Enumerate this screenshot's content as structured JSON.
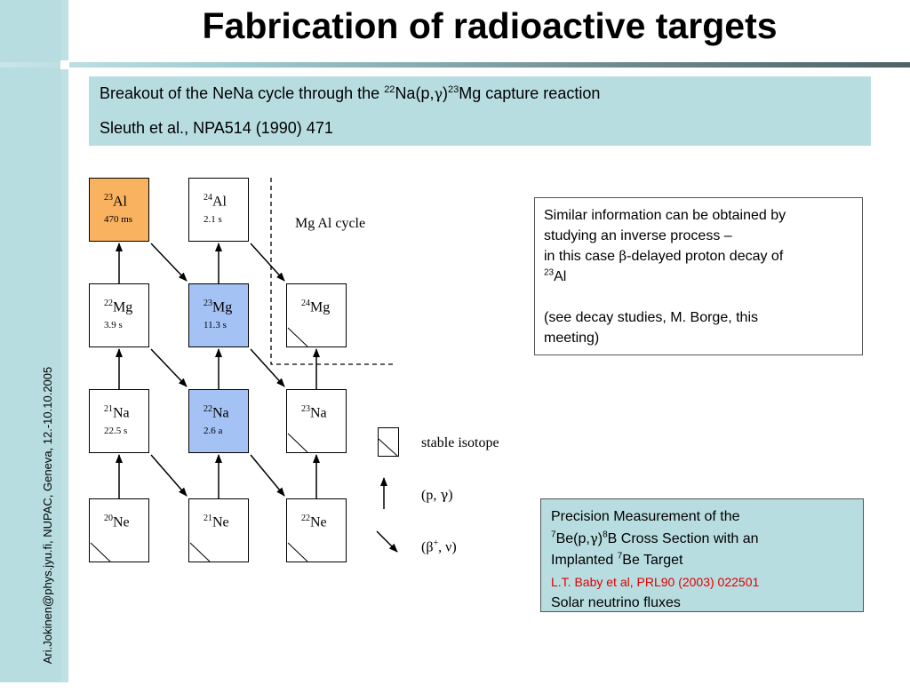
{
  "slide": {
    "title": "Fabrication of radioactive targets",
    "side_text": "Ari.Jokinen@phys.jyu.fi, NUPAC, Geneva, 12.-10.10.2005"
  },
  "header": {
    "line1_pre": "Breakout of the NeNa cycle through the ",
    "line1_a": "22",
    "line1_b": "Na(p,",
    "line1_gamma": "γ",
    "line1_c": ")",
    "line1_d": "23",
    "line1_e": "Mg capture reaction",
    "line2": "Sleuth et al., NPA514 (1990) 471"
  },
  "nuclides": [
    {
      "id": "al23",
      "mass": "23",
      "el": "Al",
      "half_life": "470 ms",
      "color": "#f9b25f",
      "stable": false
    },
    {
      "id": "al24",
      "mass": "24",
      "el": "Al",
      "half_life": "2.1 s",
      "color": "#ffffff",
      "stable": false
    },
    {
      "id": "mg22",
      "mass": "22",
      "el": "Mg",
      "half_life": "3.9 s",
      "color": "#ffffff",
      "stable": false
    },
    {
      "id": "mg23",
      "mass": "23",
      "el": "Mg",
      "half_life": "11.3 s",
      "color": "#a4c2f4",
      "stable": false
    },
    {
      "id": "mg24",
      "mass": "24",
      "el": "Mg",
      "half_life": "",
      "color": "#ffffff",
      "stable": true
    },
    {
      "id": "na21",
      "mass": "21",
      "el": "Na",
      "half_life": "22.5 s",
      "color": "#ffffff",
      "stable": false
    },
    {
      "id": "na22",
      "mass": "22",
      "el": "Na",
      "half_life": "2.6 a",
      "color": "#a4c2f4",
      "stable": false
    },
    {
      "id": "na23",
      "mass": "23",
      "el": "Na",
      "half_life": "",
      "color": "#ffffff",
      "stable": true
    },
    {
      "id": "ne20",
      "mass": "20",
      "el": "Ne",
      "half_life": "",
      "color": "#ffffff",
      "stable": true
    },
    {
      "id": "ne21",
      "mass": "21",
      "el": "Ne",
      "half_life": "",
      "color": "#ffffff",
      "stable": true
    },
    {
      "id": "ne22",
      "mass": "22",
      "el": "Ne",
      "half_life": "",
      "color": "#ffffff",
      "stable": true
    }
  ],
  "cycle_label": "Mg Al cycle",
  "legend": {
    "stable": "stable isotope",
    "pg_open": "(p, ",
    "pg_gamma": "γ",
    "pg_close": ")",
    "beta_open": "(β",
    "beta_plus": "+",
    "beta_rest": ", ν)"
  },
  "info_box": {
    "l1": "Similar information can be obtained by",
    "l2": "studying an inverse process –",
    "l3_pre": "in this case ",
    "l3_beta": "β",
    "l3_post": "-delayed proton decay of",
    "l4_mass": "23",
    "l4_el": "Al",
    "l5": "(see decay studies, M. Borge, this",
    "l6": "meeting)"
  },
  "precision_box": {
    "l1": "Precision Measurement of the",
    "l2_a": "7",
    "l2_b": "Be(p,",
    "l2_gamma": "γ",
    "l2_c": ")",
    "l2_d": "8",
    "l2_e": "B Cross Section with an",
    "l3_a": "Implanted ",
    "l3_b": "7",
    "l3_c": "Be Target",
    "ref": "L.T. Baby et al, PRL90 (2003) 022501",
    "l5": "Solar neutrino fluxes"
  },
  "colors": {
    "accent_bg": "#b8dde0",
    "highlight_orange": "#f9b25f",
    "highlight_blue": "#a4c2f4",
    "reference_red": "#e00000"
  }
}
